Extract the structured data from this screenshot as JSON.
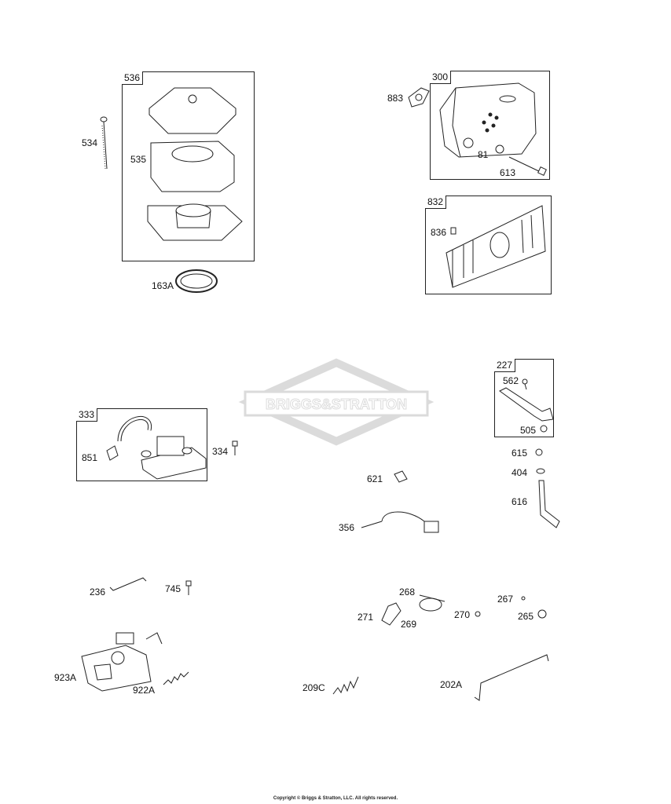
{
  "watermark": {
    "text": "BRIGGS&STRATTON",
    "registered": "®"
  },
  "boxes": [
    {
      "id": "box-536",
      "label": "536"
    },
    {
      "id": "box-300",
      "label": "300"
    },
    {
      "id": "box-832",
      "label": "832"
    },
    {
      "id": "box-227",
      "label": "227"
    },
    {
      "id": "box-333",
      "label": "333"
    }
  ],
  "parts": {
    "p534": "534",
    "p535": "535",
    "p163A": "163A",
    "p883": "883",
    "p81": "81",
    "p613": "613",
    "p836": "836",
    "p562": "562",
    "p505": "505",
    "p615": "615",
    "p404": "404",
    "p616": "616",
    "p851": "851",
    "p334": "334",
    "p621": "621",
    "p356": "356",
    "p236": "236",
    "p745": "745",
    "p268": "268",
    "p267": "267",
    "p271": "271",
    "p269": "269",
    "p270": "270",
    "p265": "265",
    "p923A": "923A",
    "p922A": "922A",
    "p209C": "209C",
    "p202A": "202A"
  },
  "copyright": "Copyright © Briggs & Stratton, LLC. All rights reserved."
}
